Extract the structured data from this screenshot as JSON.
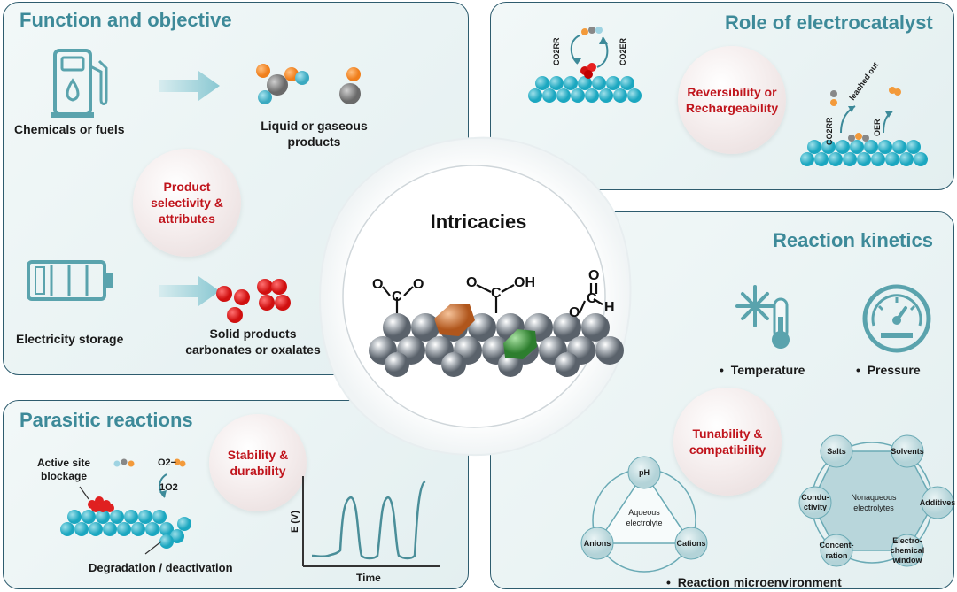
{
  "panels": {
    "function": {
      "title": "Function and objective",
      "chemicals": "Chemicals or fuels",
      "liquid_1": "Liquid or gaseous",
      "liquid_2": "products",
      "electricity": "Electricity storage",
      "solid_1": "Solid products",
      "solid_2": "carbonates or oxalates",
      "bubble_1": "Product",
      "bubble_2": "selectivity &",
      "bubble_3": "attributes"
    },
    "role": {
      "title": "Role of electrocatalyst",
      "bubble_1": "Reversibility or",
      "bubble_2": "Rechargeability",
      "co2rr": "CO2RR",
      "co2er": "CO2ER",
      "leached": "leached out",
      "oer": "OER"
    },
    "kinetics": {
      "title": "Reaction kinetics",
      "temperature": "Temperature",
      "pressure": "Pressure",
      "bubble_1": "Tunability &",
      "bubble_2": "compatibility",
      "aqueous": {
        "center_1": "Aqueous",
        "center_2": "electrolyte",
        "nodes": [
          "pH",
          "Anions",
          "Cations"
        ]
      },
      "nonaqueous": {
        "center_1": "Nonaqueous",
        "center_2": "electrolytes",
        "nodes": [
          "Salts",
          "Solvents",
          "Additives",
          "Electro-",
          "chemical",
          "window",
          "Concent-",
          "ration",
          "Condu-",
          "ctivity"
        ]
      },
      "microenvironment": "Reaction microenvironment",
      "bullet": "•"
    },
    "parasitic": {
      "title": "Parasitic reactions",
      "active_1": "Active site",
      "active_2": "blockage",
      "o2": "O2−",
      "singlet": "1O2",
      "degradation": "Degradation / deactivation",
      "bubble_1": "Stability &",
      "bubble_2": "durability",
      "ylabel": "E (V)",
      "xlabel": "Time"
    },
    "center": {
      "title": "Intricacies",
      "formula_1_a": "O",
      "formula_1_b": "C",
      "formula_1_c": "O",
      "formula_2_a": "O",
      "formula_2_b": "C",
      "formula_2_c": "OH",
      "formula_3_a": "O",
      "formula_3_b": "C",
      "formula_3_c": "H",
      "formula_3_d": "O"
    }
  },
  "colors": {
    "title_teal": "#3d8a99",
    "accent_red": "#c0141c",
    "sphere_teal": "#27b3c9",
    "icon_teal": "#5aa3ad"
  }
}
